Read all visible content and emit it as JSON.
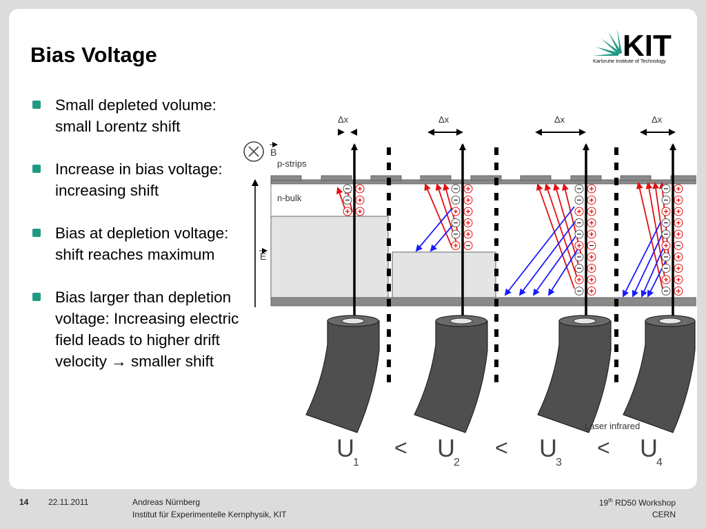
{
  "slide": {
    "title": "Bias Voltage",
    "logo": {
      "text": "KIT",
      "subtitle": "Karlsruhe Institute of Technology"
    },
    "bullets": [
      "Small depleted volume: small Lorentz shift",
      "Increase in bias voltage: increasing shift",
      "Bias at depletion voltage: shift reaches maximum",
      "Bias larger than depletion voltage: Increasing electric field leads to higher drift velocity → smaller shift"
    ]
  },
  "diagram": {
    "delta_label": "Δx",
    "b_field_label": "B",
    "e_field_label": "E",
    "p_strips_label": "p-strips",
    "n_bulk_label": "n-bulk",
    "laser_label": "Laser infrared",
    "voltage_symbol": "U",
    "voltage_indices": [
      "1",
      "2",
      "3",
      "4"
    ],
    "comparator": "<",
    "colors": {
      "electron": "#1a1aff",
      "hole": "#e01010",
      "depleted": "#e4e4e4",
      "accent": "#1f9a82"
    }
  },
  "footer": {
    "page": "14",
    "date": "22.11.2011",
    "author": "Andreas Nürnberg",
    "institute": "Institut für Experimentelle Kernphysik, KIT",
    "event_num": "19",
    "event_sup": "th",
    "event_name": " RD50 Workshop",
    "location": "CERN"
  }
}
